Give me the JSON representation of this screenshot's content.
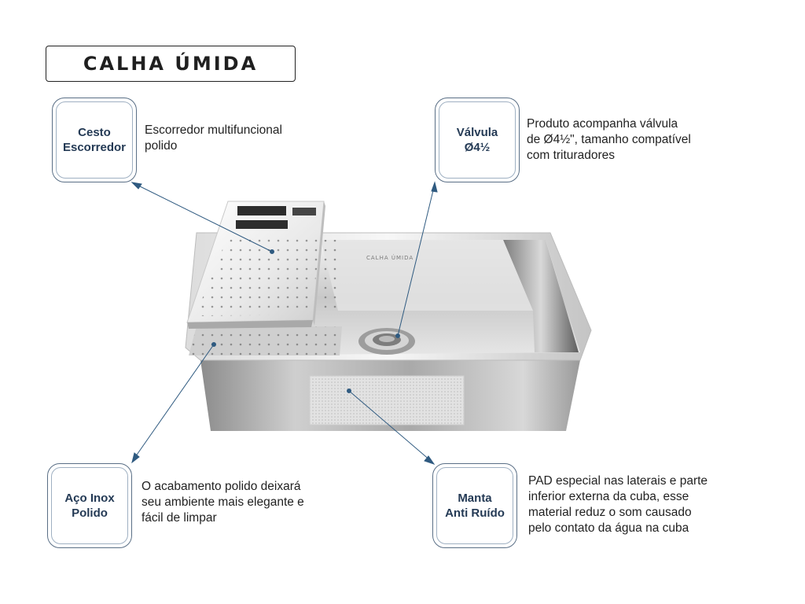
{
  "title": "CALHA ÚMIDA",
  "sink_brand": "CALHA ÚMIDA",
  "features": [
    {
      "badge": "Cesto\nEscorredor",
      "description": "Escorredor multifuncional\npolido"
    },
    {
      "badge": "Válvula\nØ4½",
      "description": "Produto acompanha válvula\nde Ø4½\", tamanho compatível\ncom trituradores"
    },
    {
      "badge": "Aço Inox\nPolido",
      "description": "O acabamento polido deixará\nseu ambiente mais elegante e\nfácil de limpar"
    },
    {
      "badge": "Manta\nAnti Ruído",
      "description": "PAD especial nas laterais e parte\ninferior externa da cuba, esse\nmaterial reduz o som causado\npelo contato da água na cuba"
    }
  ],
  "colors": {
    "badge_text": "#243a55",
    "leader_line": "#2f5a80"
  }
}
